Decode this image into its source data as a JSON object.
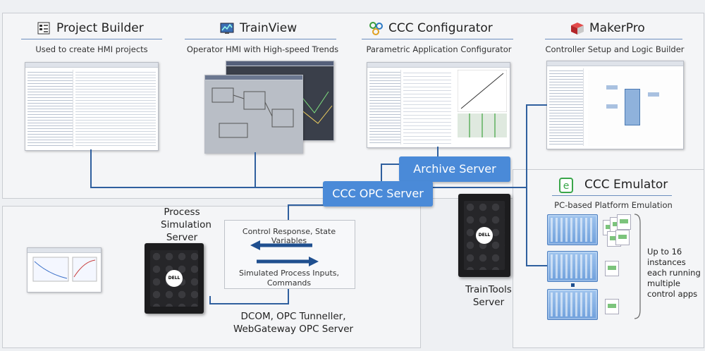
{
  "tools": [
    {
      "id": "project-builder",
      "title": "Project Builder",
      "subtitle": "Used to create HMI projects",
      "icon": "project-builder-icon"
    },
    {
      "id": "trainview",
      "title": "TrainView",
      "subtitle": "Operator HMI with High-speed Trends",
      "icon": "trainview-icon"
    },
    {
      "id": "ccc-configurator",
      "title": "CCC Configurator",
      "subtitle": "Parametric Application Configurator",
      "icon": "gears-icon"
    },
    {
      "id": "makerpro",
      "title": "MakerPro",
      "subtitle": "Controller Setup and Logic Builder",
      "icon": "cube-icon"
    }
  ],
  "emulator": {
    "title": "CCC Emulator",
    "subtitle": "PC-based Platform Emulation",
    "icon": "e-logo-icon"
  },
  "archive_server": "Archive Server",
  "opc_server": "CCC OPC Server",
  "process_sim": {
    "line1": "Process",
    "line2": "Simulation",
    "line3": "Server"
  },
  "traintools": {
    "line1": "TrainTools",
    "line2": "Server"
  },
  "exchange": {
    "response": "Control Response, State Variables",
    "inputs_line1": "Simulated Process Inputs,",
    "inputs_line2": "Commands"
  },
  "protocols": {
    "line1": "DCOM, OPC Tunneller,",
    "line2": "WebGateway OPC Server"
  },
  "instances": {
    "line1": "Up to 16",
    "line2": "instances",
    "line3": "each running",
    "line4": "multiple",
    "line5": "control apps"
  },
  "colors": {
    "accent": "#4a8ad8",
    "connector": "#2f5f9e",
    "underline": "#6c8ebf"
  }
}
